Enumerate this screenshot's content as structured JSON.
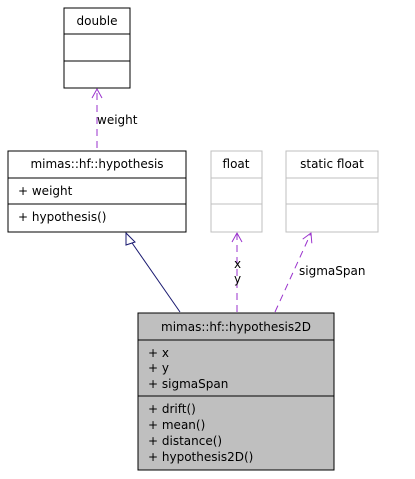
{
  "classes": {
    "double": {
      "name": "double",
      "attributes": [],
      "methods": []
    },
    "hypothesis": {
      "name": "mimas::hf::hypothesis",
      "attributes": [
        "+ weight"
      ],
      "methods": [
        "+ hypothesis()"
      ]
    },
    "float": {
      "name": "float",
      "attributes": [],
      "methods": []
    },
    "static_float": {
      "name": "static float",
      "attributes": [],
      "methods": []
    },
    "hypothesis2d": {
      "name": "mimas::hf::hypothesis2D",
      "attributes": [
        "+ x",
        "+ y",
        "+ sigmaSpan"
      ],
      "methods": [
        "+ drift()",
        "+ mean()",
        "+ distance()",
        "+ hypothesis2D()"
      ]
    }
  },
  "relations": {
    "weight_label": "weight",
    "float_label_x": "x",
    "float_label_y": "y",
    "sigma_label": "sigmaSpan"
  },
  "colors": {
    "normal_border": "#000000",
    "faded_border": "#bfbfbf",
    "highlight_fill": "#bfbfbf",
    "inheritance_edge": "#191970",
    "usage_edge": "#9a32cd"
  }
}
